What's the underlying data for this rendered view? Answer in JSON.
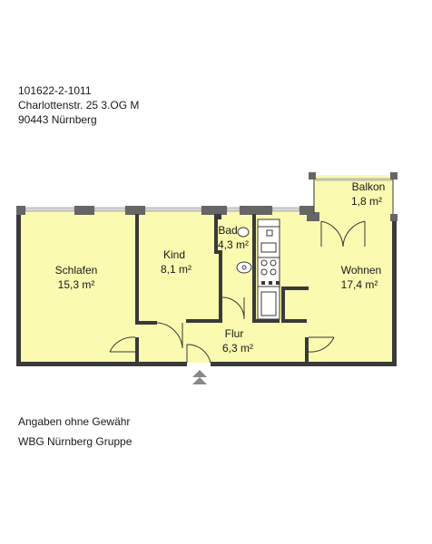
{
  "header": {
    "line1": "101622-2-1011",
    "line2": "Charlottenstr. 25 3.OG M",
    "line3": "90443 Nürnberg"
  },
  "rooms": {
    "schlafen": {
      "name": "Schlafen",
      "area": "15,3 m²"
    },
    "kind": {
      "name": "Kind",
      "area": "8,1 m²"
    },
    "bad": {
      "name": "Bad",
      "area": "4,3 m²"
    },
    "wohnen": {
      "name": "Wohnen",
      "area": "17,4 m²"
    },
    "flur": {
      "name": "Flur",
      "area": "6,3 m²"
    },
    "balkon": {
      "name": "Balkon",
      "area": "1,8 m²"
    }
  },
  "footer": {
    "disclaimer": "Angaben ohne Gewähr",
    "company": "WBG Nürnberg Gruppe"
  },
  "colors": {
    "floor": "#fafab0",
    "wall": "#3a3a3a",
    "wall_block": "#666666",
    "window": "#d8d8d8"
  }
}
